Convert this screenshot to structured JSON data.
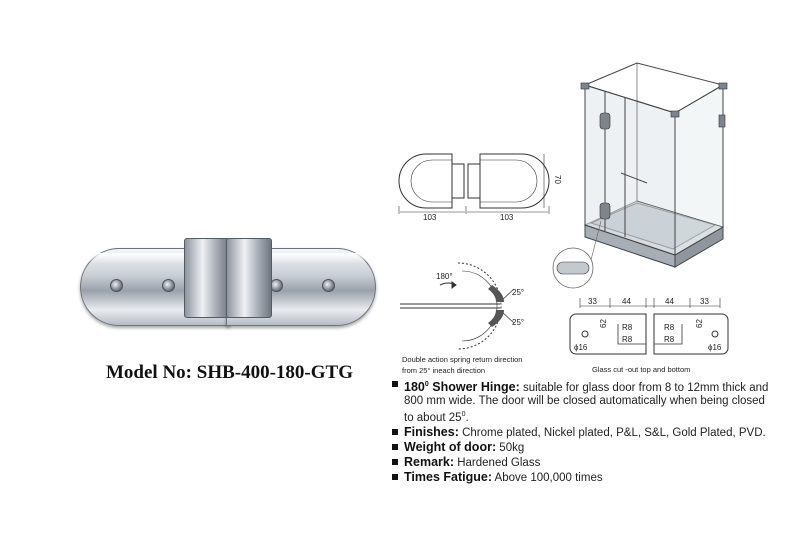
{
  "model": {
    "label": "Model No: SHB-400-180-GTG"
  },
  "drawing_top": {
    "dims": {
      "height": "70",
      "left_width": "103",
      "right_width": "103"
    }
  },
  "drawing_action": {
    "angle_open": "180°",
    "angle_up": "25°",
    "angle_down": "25°",
    "caption_line1": "Double action spring return direction",
    "caption_line2": "from 25° ineach direction"
  },
  "drawing_cutout": {
    "dims": {
      "a": "33",
      "b": "44",
      "c": "44",
      "d": "33",
      "r1": "R8",
      "r2": "R8",
      "r3": "R8",
      "r4": "R8",
      "h1": "62",
      "h2": "62",
      "hole1": "ϕ16",
      "hole2": "ϕ16"
    },
    "caption": "Glass cut -out top and bottom"
  },
  "specs": [
    {
      "label_num": "180",
      "label_sup": "0",
      "label_rest": " Shower Hinge:",
      "text_main": " suitable for glass door from 8 to 12mm thick and  800 mm wide. The door will be closed automatically when being closed to about 25",
      "text_sup": "0",
      "text_end": "."
    },
    {
      "label": "Finishes:",
      "text": " Chrome plated, Nickel plated, P&L, S&L, Gold Plated, PVD."
    },
    {
      "label": "Weight of door:",
      "text": " 50kg"
    },
    {
      "label": "Remark:",
      "text": " Hardened Glass"
    },
    {
      "label": "Times Fatigue:",
      "text": " Above 100,000 times"
    }
  ],
  "colors": {
    "text": "#222222",
    "heading": "#111111",
    "line": "#333333",
    "glass": "#dfe6ea"
  }
}
